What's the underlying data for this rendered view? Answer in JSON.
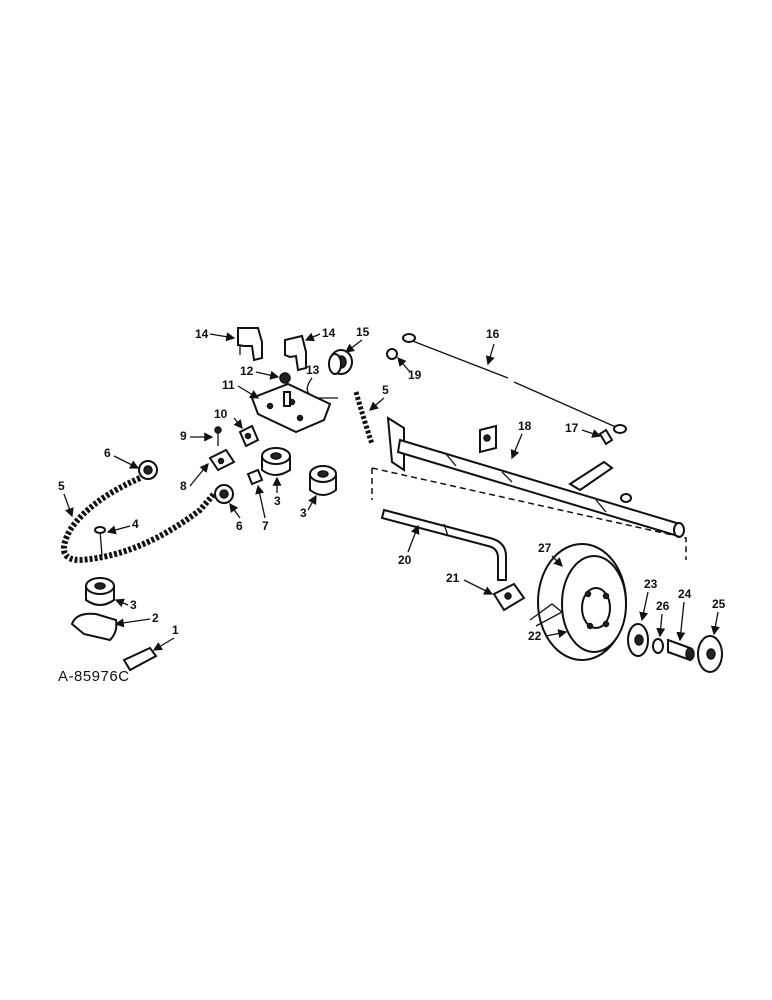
{
  "figure_id": "A-85976C",
  "callouts": {
    "c1": "1",
    "c2": "2",
    "c3a": "3",
    "c3b": "3",
    "c3c": "3",
    "c4": "4",
    "c5a": "5",
    "c5b": "5",
    "c6a": "6",
    "c6b": "6",
    "c7": "7",
    "c8": "8",
    "c9": "9",
    "c10": "10",
    "c11": "11",
    "c12": "12",
    "c13": "13",
    "c14a": "14",
    "c14b": "14",
    "c15": "15",
    "c16": "16",
    "c17": "17",
    "c18": "18",
    "c19": "19",
    "c20": "20",
    "c21": "21",
    "c22": "22",
    "c23": "23",
    "c24": "24",
    "c25": "25",
    "c26": "26",
    "c27": "27"
  }
}
